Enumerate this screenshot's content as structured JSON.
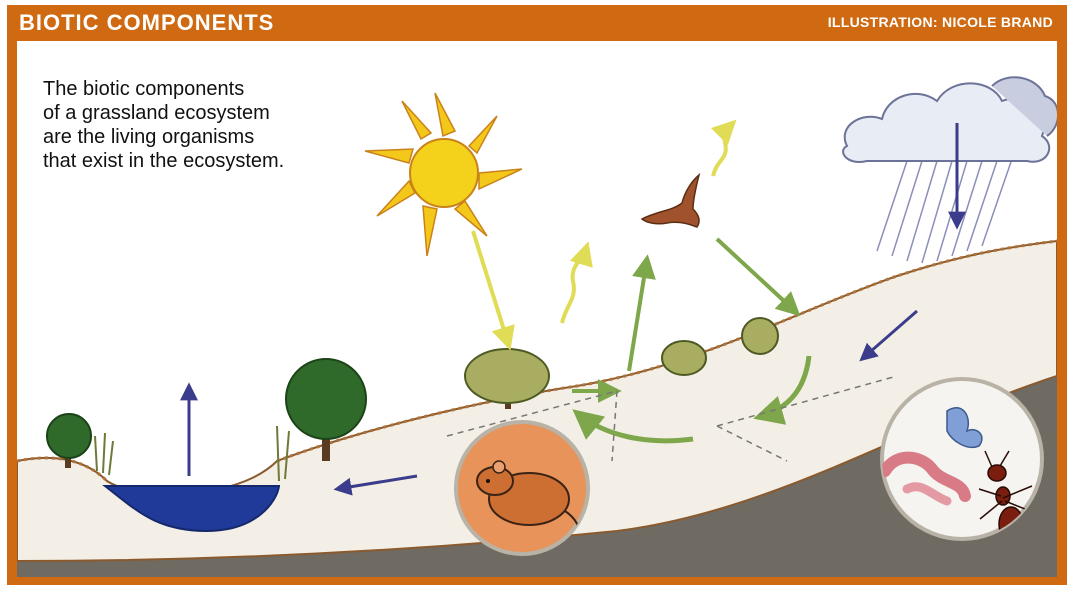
{
  "header": {
    "title": "BIOTIC COMPONENTS",
    "credit": "ILLUSTRATION: NICOLE BRAND"
  },
  "caption": "The biotic components\nof a grassland ecosystem\nare the living organisms\nthat exist in the ecosystem.",
  "colors": {
    "frame": "#cf6a12",
    "sky": "#ffffff",
    "ground": "#f3efe6",
    "soil": "#6f6a62",
    "water": "#203a9a",
    "plant": "#7b8f45",
    "tree": "#2f6a2a",
    "sun": "#f4c81b",
    "energy_arrow": "#e0dc56",
    "cycle_arrow": "#7ea64a",
    "water_arrow": "#3b3d8c"
  },
  "icons": [
    "sun-icon",
    "rain-cloud-icon",
    "bird-icon",
    "mouse-icon",
    "ant-icon",
    "worm-icon",
    "tree-icon",
    "shrub-icon",
    "pond-icon"
  ]
}
